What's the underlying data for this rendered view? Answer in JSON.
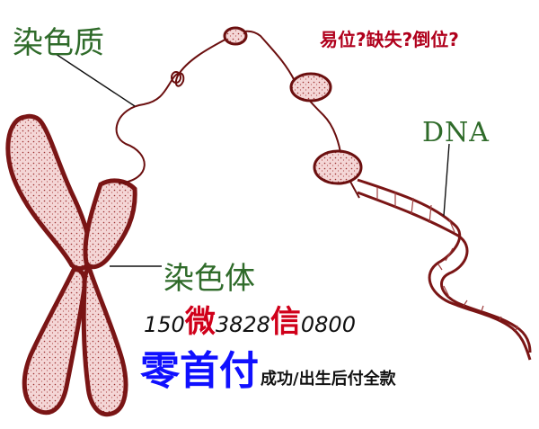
{
  "labels": {
    "chromatin": "染色质",
    "question": "易位?缺失?倒位?",
    "dna": "DNA",
    "chromosome": "染色体"
  },
  "contact": {
    "part1": "150",
    "part2": "微",
    "part3": "3828",
    "part4": "信",
    "part5": "0800"
  },
  "promo": {
    "main": "零首付",
    "sub": "成功/出生后付全款"
  },
  "colors": {
    "chromosome_outline": "#7a1515",
    "chromosome_fill": "#f2d0d0",
    "label_green": "#2f6b2a",
    "question_red": "#b0001c",
    "promo_blue": "#1010ff",
    "contact_red": "#d0001a"
  }
}
